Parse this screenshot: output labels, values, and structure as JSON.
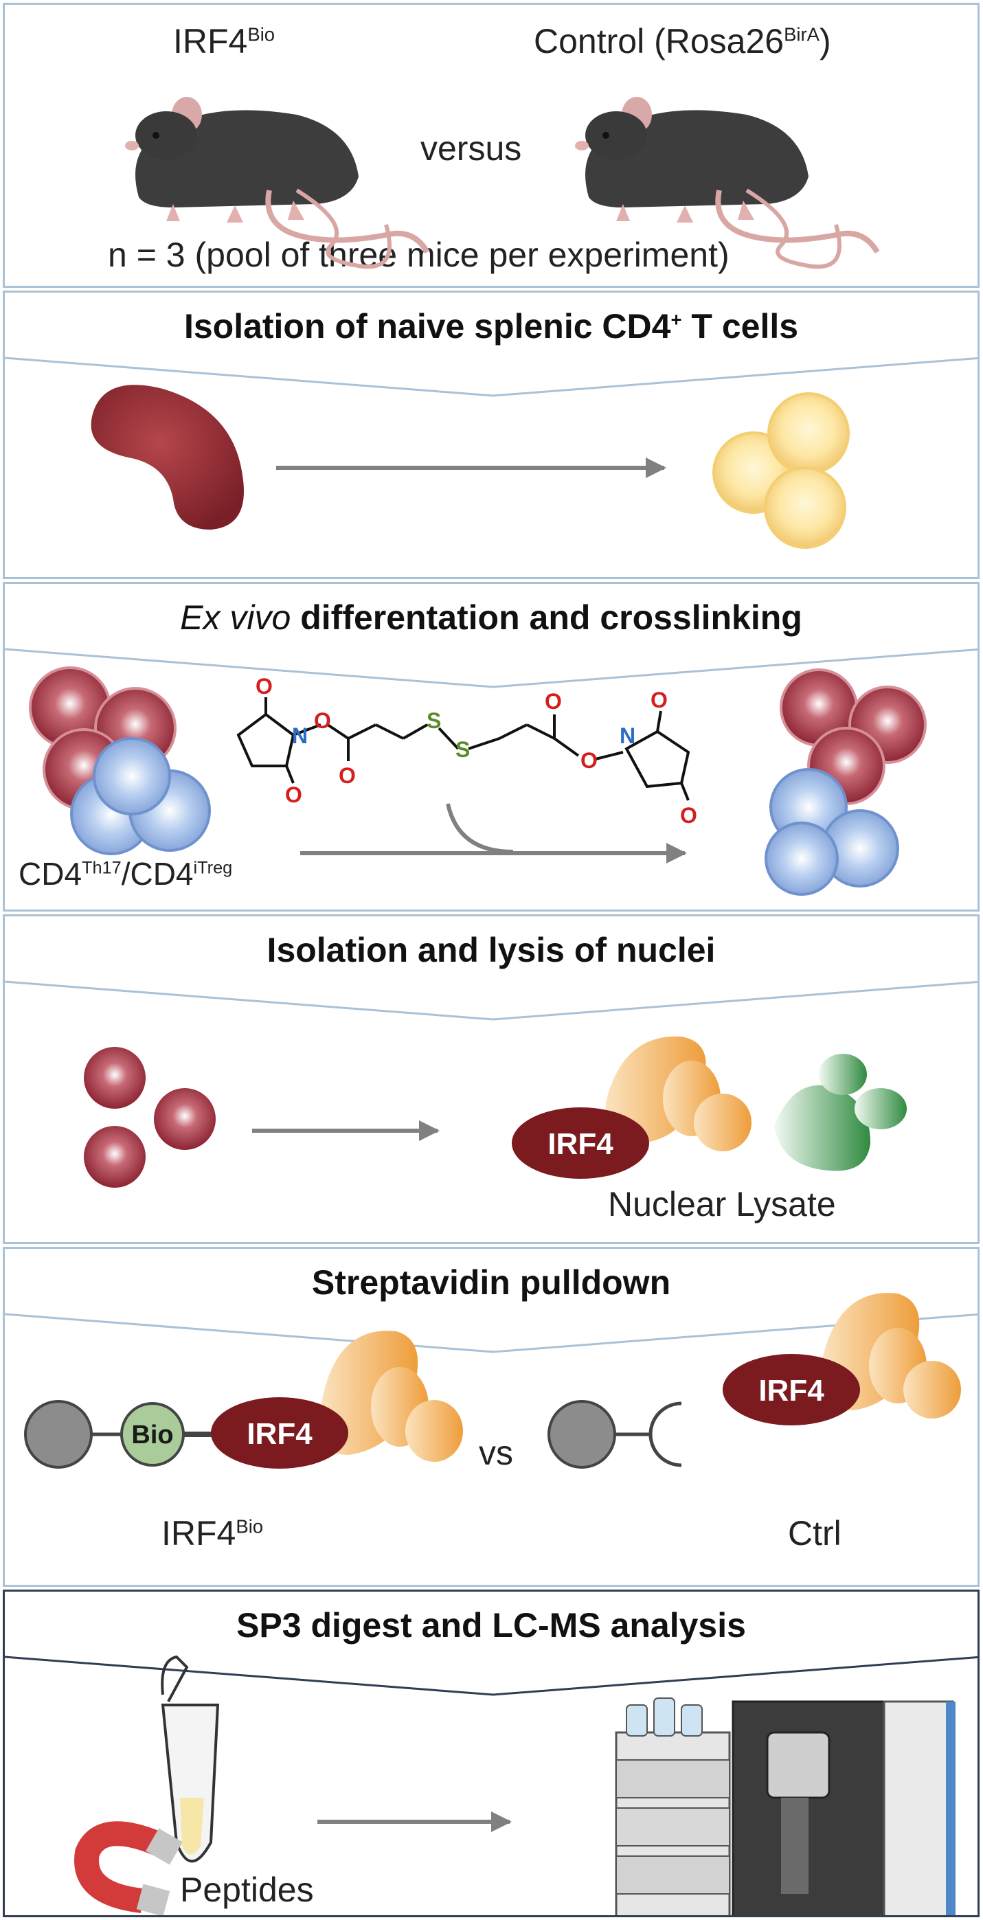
{
  "header": {
    "strain_left": "IRF4",
    "strain_left_sup": "Bio",
    "strain_right": "Control (Rosa26",
    "strain_right_sup": "BirA",
    "strain_right_close": ")",
    "versus": "versus",
    "replicates": "n = 3 (pool of three mice per experiment)"
  },
  "steps": [
    {
      "title": "Isolation of naive splenic CD4",
      "title_sup": "+",
      "title_after": " T cells"
    },
    {
      "title_italic": "Ex vivo",
      "title": " differentation and crosslinking",
      "label_main": "CD4",
      "label_sup1": "Th17",
      "label_sep": "/CD4",
      "label_sup2": "iTreg"
    },
    {
      "title": "Isolation and lysis of nuclei",
      "protein": "IRF4",
      "caption": "Nuclear Lysate"
    },
    {
      "title": "Streptavidin pulldown",
      "bio": "Bio",
      "protein_left": "IRF4",
      "protein_right": "IRF4",
      "vs": "vs",
      "caption_left": "IRF4",
      "caption_left_sup": "Bio",
      "caption_right": "Ctrl"
    },
    {
      "title": "SP3 digest and LC-MS analysis",
      "caption": "Peptides"
    }
  ],
  "colors": {
    "panel_border": "#a9c2d8",
    "treg_blue": "#9ab8e4",
    "th17_red": "#b3404f",
    "irf4_dark_red": "#7b1a1f",
    "interactor_orange": "#f0a94e",
    "lysate_green": "#3e9a4e",
    "bead_grey": "#8a8a8a",
    "bio_green": "#a9cc9a",
    "arrow_grey": "#808080"
  }
}
